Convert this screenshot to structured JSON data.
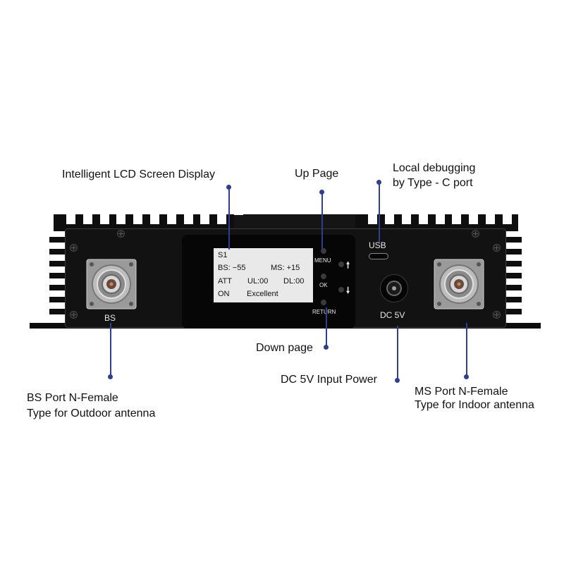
{
  "callouts": {
    "lcd": "Intelligent  LCD Screen Display",
    "up_page": "Up Page",
    "usb_line1": "Local debugging",
    "usb_line2": "by Type - C port",
    "down_page": "Down page",
    "dc_power": "DC 5V Input Power",
    "bs_line1": "BS Port N-Female",
    "bs_line2": "Type for Outdoor antenna",
    "ms_line1": "MS Port N-Female",
    "ms_line2": "Type for Indoor antenna"
  },
  "device": {
    "usb_label": "USB",
    "dc_label": "DC 5V",
    "bs_label": "BS",
    "buttons": {
      "menu": "MENU",
      "ok": "OK",
      "return": "RETURN"
    },
    "arrows": {
      "up": "🠕",
      "down": "🠗"
    }
  },
  "lcd": {
    "line1": "S1",
    "bs": "BS: −55",
    "ms": "MS: +15",
    "att": "ATT",
    "ul": "UL:00",
    "dl": "DL:00",
    "on": "ON",
    "status": "Excellent"
  },
  "colors": {
    "leader": "#2e3f8f",
    "chassis": "#0e0e0e",
    "lcd_bg": "#e9e9e9"
  }
}
